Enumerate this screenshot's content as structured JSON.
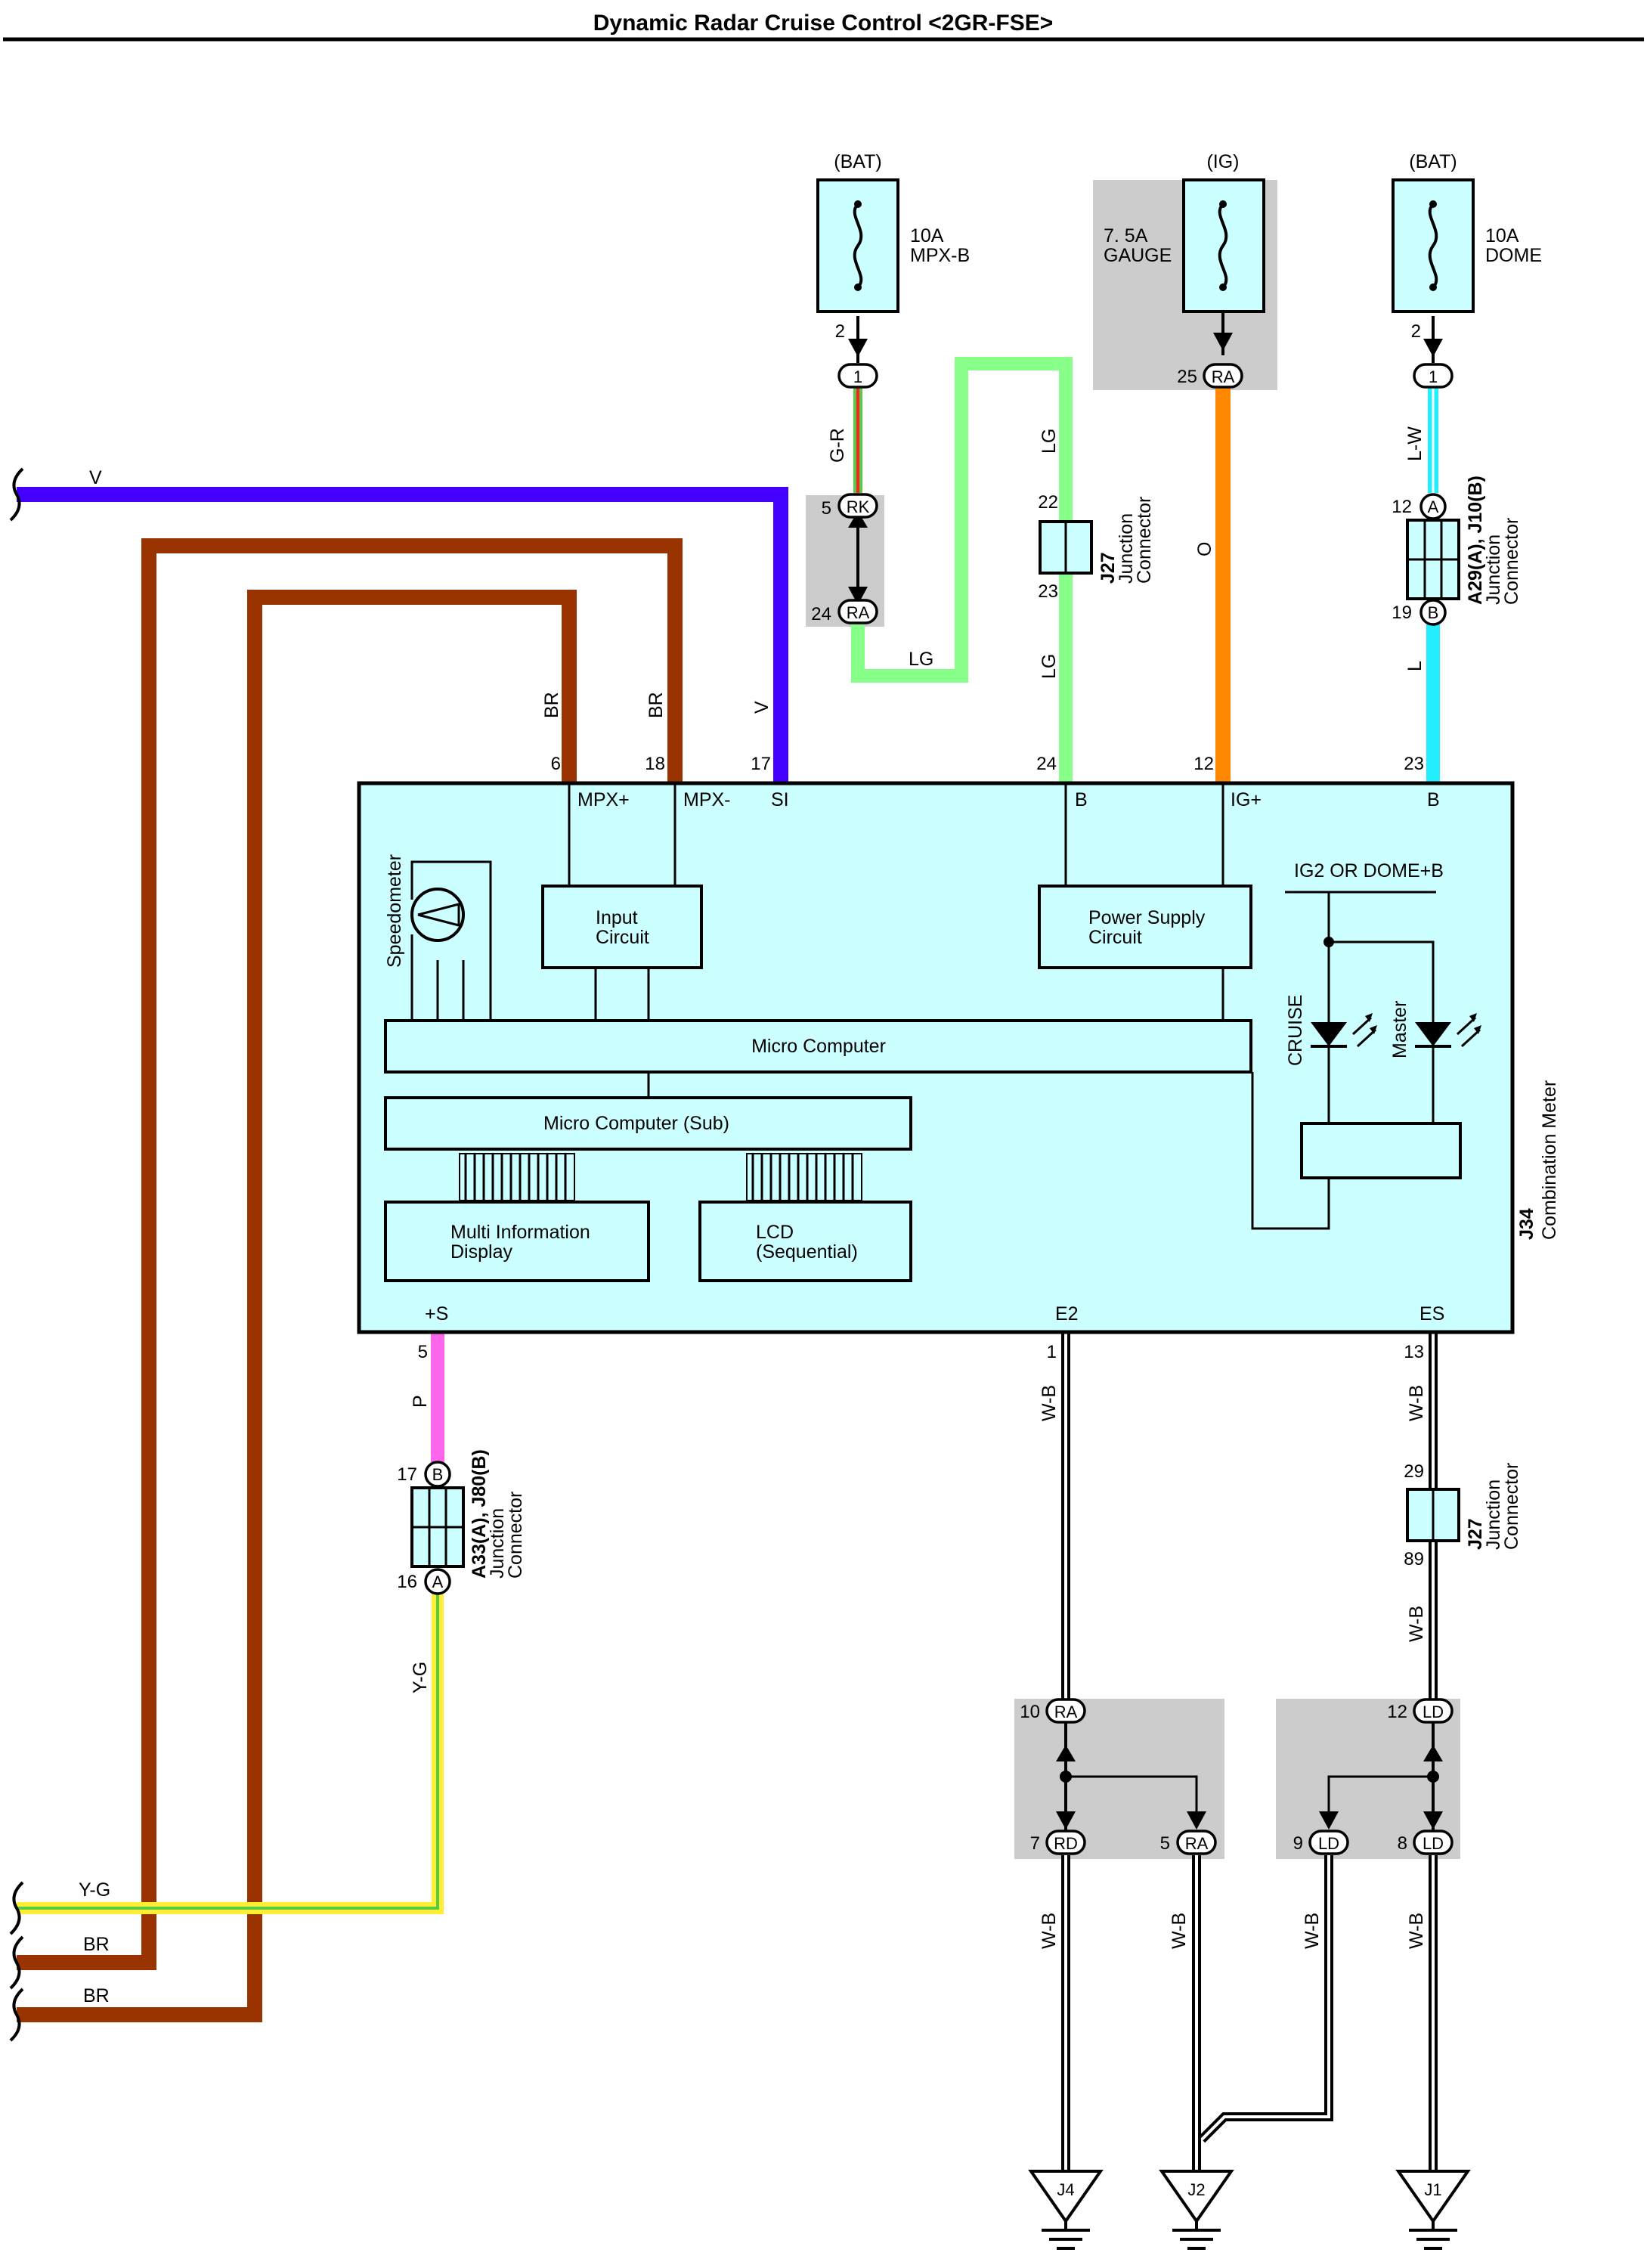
{
  "title": "Dynamic Radar Cruise Control <2GR-FSE>",
  "colors": {
    "V": "#4400ff",
    "BR": "#993300",
    "LG": "#88ff88",
    "O": "#ff8800",
    "LW": "#22eeff",
    "P": "#ff66ee",
    "YG": "#ffee33",
    "WB": "#000000",
    "box_fill": "#ccffff",
    "shade": "#cccccc"
  },
  "fuses": [
    {
      "source": "(BAT)",
      "rating": "10A",
      "name": "MPX-B",
      "pin": "2"
    },
    {
      "source": "(IG)",
      "rating": "7. 5A",
      "name": "GAUGE",
      "pin": ""
    },
    {
      "source": "(BAT)",
      "rating": "10A",
      "name": "DOME",
      "pin": "2"
    }
  ],
  "connector_tabs": {
    "mpx_top": "1",
    "mpx_rk": "RK",
    "mpx_ra": "RA",
    "gauge_ra": "RA",
    "dome_top": "1",
    "j10_a": "A",
    "j10_b": "B",
    "a33_b": "B",
    "a33_a": "A",
    "e2_top": "RA",
    "e2_left": "RD",
    "e2_right": "RA",
    "es_top": "LD",
    "es_left": "LD",
    "es_right": "LD"
  },
  "pins": {
    "mpx_rk": "5",
    "mpx_ra": "24",
    "gauge": "25",
    "j27_in": "22",
    "j27_out": "23",
    "dome": "12",
    "dome_out": "19",
    "meter_mpxp": "6",
    "meter_mpxm": "18",
    "meter_si": "17",
    "meter_b1": "24",
    "meter_ig": "12",
    "meter_b2": "23",
    "meter_s": "5",
    "meter_e2": "1",
    "meter_es": "13",
    "a33_b": "17",
    "a33_a": "16",
    "j27b_in": "29",
    "j27b_out": "89",
    "e2_top": "10",
    "e2_left": "7",
    "e2_right": "5",
    "es_top": "12",
    "es_left": "9",
    "es_right": "8"
  },
  "wire_labels": {
    "v_left": "V",
    "gr": "G-R",
    "lg_top": "LG",
    "lg_bottom": "LG",
    "lg_low": "LG",
    "o": "O",
    "lw": "L-W",
    "l": "L",
    "br1": "BR",
    "br2": "BR",
    "v": "V",
    "p": "P",
    "yg": "Y-G",
    "wb_e2": "W-B",
    "wb_es": "W-B",
    "wb_es2": "W-B",
    "wb_g1": "W-B",
    "wb_g2": "W-B",
    "wb_g3": "W-B",
    "wb_g4": "W-B",
    "yg_left": "Y-G",
    "br_left1": "BR",
    "br_left2": "BR"
  },
  "connectors": {
    "j27_top": {
      "id": "J27",
      "type": "Junction\nConnector"
    },
    "j10": {
      "id": "A29(A), J10(B)",
      "type": "Junction\nConnector"
    },
    "a33": {
      "id": "A33(A), J80(B)",
      "type": "Junction\nConnector"
    },
    "j27_bottom": {
      "id": "J27",
      "type": "Junction\nConnector"
    },
    "meter": {
      "id": "J34",
      "type": "Combination Meter"
    }
  },
  "meter_terminals": {
    "mpxp": "MPX+",
    "mpxm": "MPX-",
    "si": "SI",
    "b1": "B",
    "igp": "IG+",
    "b2": "B",
    "s": "+S",
    "e2": "E2",
    "es": "ES"
  },
  "blocks": {
    "input": "Input\nCircuit",
    "power": "Power Supply\nCircuit",
    "micro": "Micro Computer",
    "micro_sub": "Micro Computer (Sub)",
    "mid": "Multi Information\nDisplay",
    "lcd": "LCD\n(Sequential)",
    "speedometer": "Speedometer",
    "ig2": "IG2 OR DOME+B",
    "cruise": "CRUISE",
    "master": "Master"
  },
  "grounds": [
    "J4",
    "J2",
    "J1"
  ]
}
